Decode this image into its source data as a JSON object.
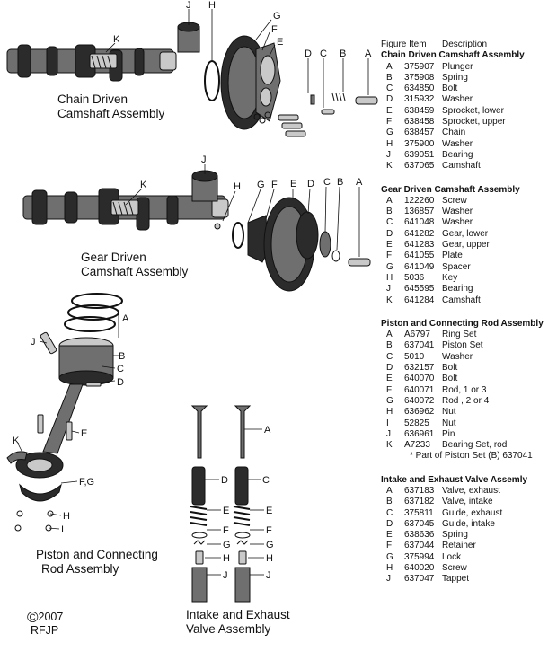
{
  "assemblies": {
    "chain": [
      "Chain Driven",
      "Camshaft Assembly"
    ],
    "gear": [
      "Gear Driven",
      "Camshaft Assembly"
    ],
    "piston": [
      "Piston and Connecting",
      "Rod Assembly"
    ],
    "valve": [
      "Intake and Exhaust",
      "Valve Assembly"
    ]
  },
  "callouts": {
    "chain": [
      "J",
      "H",
      "G",
      "F",
      "E",
      "D",
      "C",
      "B",
      "A",
      "K"
    ],
    "gear": [
      "J",
      "H",
      "G",
      "F",
      "E",
      "D",
      "C",
      "B",
      "A",
      "K"
    ],
    "piston": [
      "A",
      "B",
      "C",
      "D",
      "E",
      "F,G",
      "H",
      "I",
      "J",
      "K"
    ],
    "valve": [
      "A",
      "D",
      "C",
      "E",
      "E",
      "F",
      "F",
      "G",
      "G",
      "H",
      "H",
      "J",
      "J"
    ]
  },
  "copyright": {
    "symbol": "©",
    "year": "2007",
    "author": "RFJP"
  },
  "parts_list": {
    "headers": {
      "figure_item": "Figure Item",
      "description": "Description"
    },
    "sections": [
      {
        "title": "Chain Driven Camshaft Assembly",
        "rows": [
          [
            "A",
            "375907",
            "Plunger"
          ],
          [
            "B",
            "375908",
            "Spring"
          ],
          [
            "C",
            "634850",
            "Bolt"
          ],
          [
            "D",
            "315932",
            "Washer"
          ],
          [
            "E",
            "638459",
            "Sprocket, lower"
          ],
          [
            "F",
            "638458",
            "Sprocket, upper"
          ],
          [
            "G",
            "638457",
            "Chain"
          ],
          [
            "H",
            "375900",
            "Washer"
          ],
          [
            "J",
            "639051",
            "Bearing"
          ],
          [
            "K",
            "637065",
            "Camshaft"
          ]
        ]
      },
      {
        "title": "Gear Driven Camshaft Assembly",
        "rows": [
          [
            "A",
            "122260",
            "Screw"
          ],
          [
            "B",
            "136857",
            "Washer"
          ],
          [
            "C",
            "641048",
            "Washer"
          ],
          [
            "D",
            "641282",
            "Gear, lower"
          ],
          [
            "E",
            "641283",
            "Gear, upper"
          ],
          [
            "F",
            "641055",
            "Plate"
          ],
          [
            "G",
            "641049",
            "Spacer"
          ],
          [
            "H",
            "5036",
            "Key"
          ],
          [
            "J",
            "645595",
            "Bearing"
          ],
          [
            "K",
            "641284",
            "Camshaft"
          ]
        ]
      },
      {
        "title": "Piston and Connecting Rod Assembly",
        "rows": [
          [
            "A",
            "A6797",
            "Ring Set"
          ],
          [
            "B",
            "637041",
            "Piston Set"
          ],
          [
            "C",
            "5010",
            "Washer"
          ],
          [
            "D",
            "632157",
            "Bolt"
          ],
          [
            "E",
            "640070",
            "Bolt"
          ],
          [
            "F",
            "640071",
            "Rod, 1 or 3"
          ],
          [
            "G",
            "640072",
            "Rod , 2 or 4"
          ],
          [
            "H",
            "636962",
            "Nut"
          ],
          [
            "I",
            "52825",
            "Nut"
          ],
          [
            "J",
            "636961",
            "Pin"
          ],
          [
            "K",
            "A7233",
            "Bearing Set, rod"
          ]
        ],
        "note": "* Part of Piston Set (B) 637041"
      },
      {
        "title": "Intake and Exhaust Valve Assemly",
        "rows": [
          [
            "A",
            "637183",
            "Valve, exhaust"
          ],
          [
            "B",
            "637182",
            "Valve, intake"
          ],
          [
            "C",
            "375811",
            "Guide, exhaust"
          ],
          [
            "D",
            "637045",
            "Guide, intake"
          ],
          [
            "E",
            "638636",
            "Spring"
          ],
          [
            "F",
            "637044",
            "Retainer"
          ],
          [
            "G",
            "375994",
            "Lock"
          ],
          [
            "H",
            "640020",
            "Screw"
          ],
          [
            "J",
            "637047",
            "Tappet"
          ]
        ]
      }
    ]
  }
}
